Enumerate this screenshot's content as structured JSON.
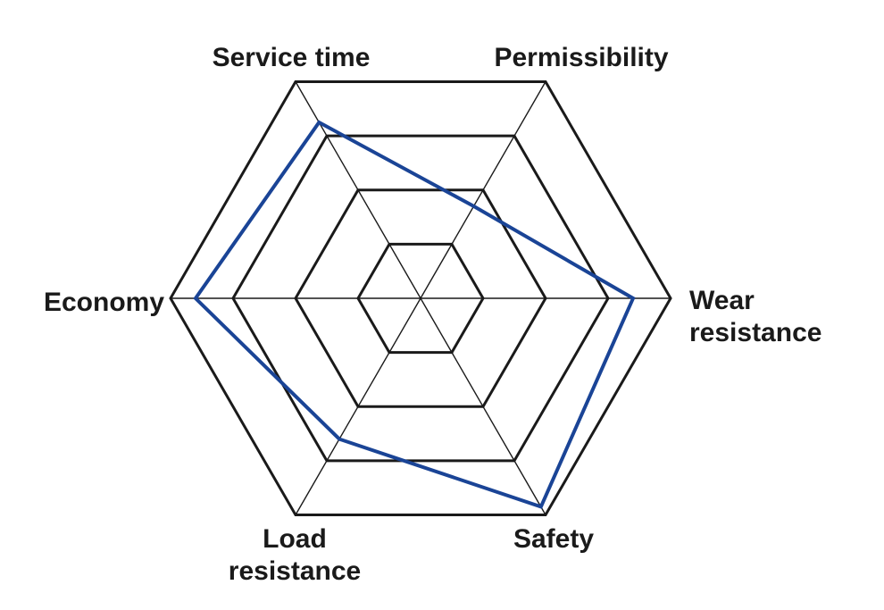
{
  "chart_data": {
    "type": "radar",
    "title": "",
    "axes": [
      {
        "key": "service_time",
        "lines": [
          "Service time"
        ]
      },
      {
        "key": "permissibility",
        "lines": [
          "Permissibility"
        ]
      },
      {
        "key": "wear_resistance",
        "lines": [
          "Wear",
          "resistance"
        ]
      },
      {
        "key": "safety",
        "lines": [
          "Safety"
        ]
      },
      {
        "key": "load_resistance",
        "lines": [
          "Load",
          "resistance"
        ]
      },
      {
        "key": "economy",
        "lines": [
          "Economy"
        ]
      }
    ],
    "rings": 4,
    "range": [
      0,
      4
    ],
    "series": [
      {
        "values": [
          3.25,
          1.7,
          3.4,
          3.85,
          2.6,
          3.6
        ],
        "color": "#1a4496"
      }
    ],
    "grid_color": "#1a1a1a",
    "grid": true,
    "legend": "none"
  }
}
